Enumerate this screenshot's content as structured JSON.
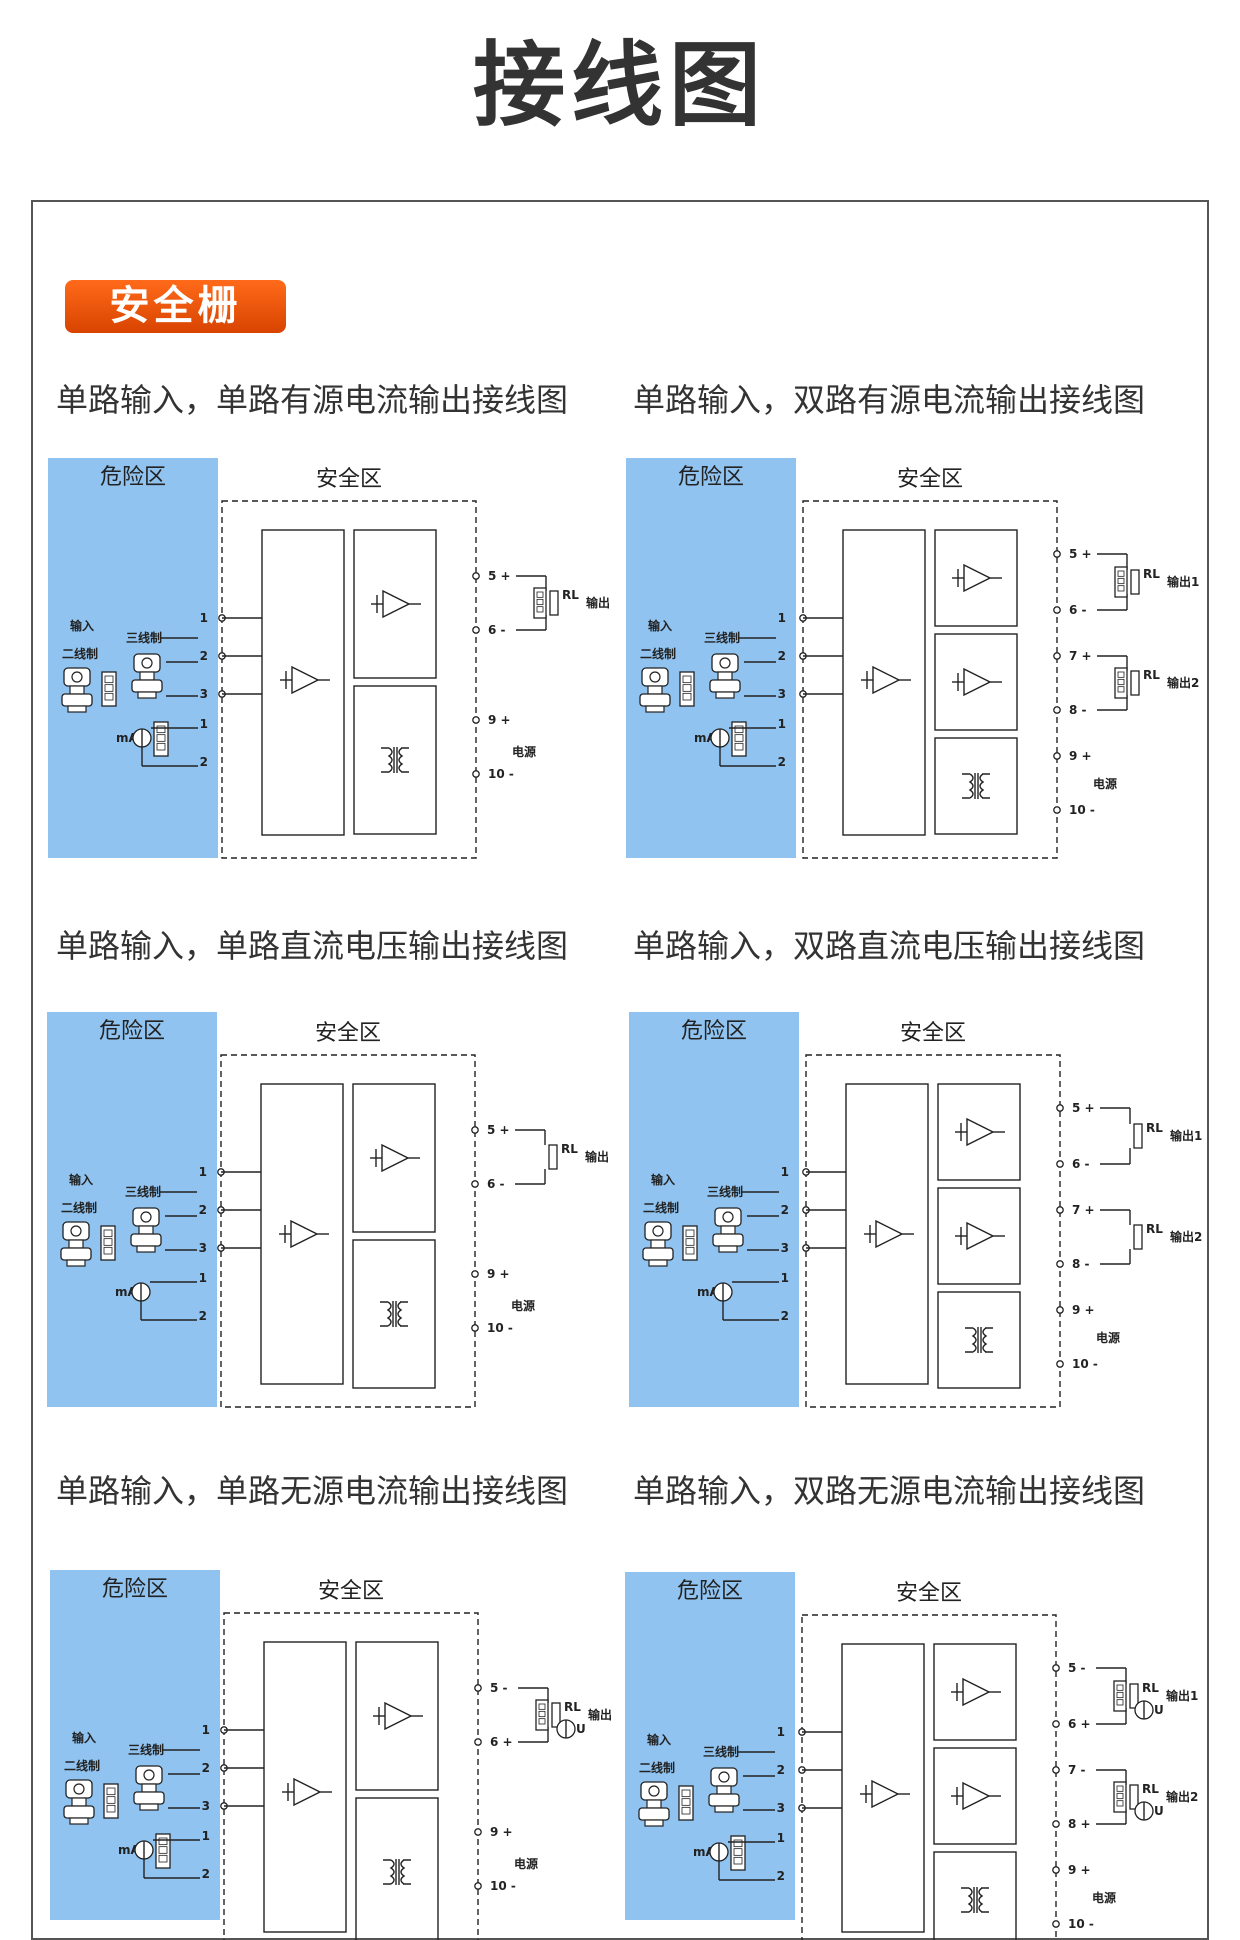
{
  "page": {
    "title": "接线图",
    "section_badge": "安全栅"
  },
  "subtitles": [
    "单路输入，单路有源电流输出接线图",
    "单路输入，双路有源电流输出接线图",
    "单路输入，单路直流电压输出接线图",
    "单路输入，双路直流电压输出接线图",
    "单路输入，单路无源电流输出接线图",
    "单路输入，双路无源电流输出接线图"
  ],
  "diagram_labels": {
    "hazard_zone": "危险区",
    "safe_zone": "安全区",
    "input": "输入",
    "two_wire": "二线制",
    "three_wire": "三线制",
    "ma": "mA",
    "output": "输出",
    "output1": "输出1",
    "output2": "输出2",
    "power": "电源",
    "rl": "RL",
    "u": "U"
  },
  "terminals": {
    "input_side": [
      "1",
      "2",
      "3",
      "1",
      "2"
    ],
    "single_out": [
      "5 +",
      "6 -",
      "9 +",
      "10 -"
    ],
    "dual_out": [
      "5 +",
      "6 -",
      "7 +",
      "8 -",
      "9 +",
      "10 -"
    ],
    "single_passive": [
      "5 -",
      "6 +",
      "9 +",
      "10 -"
    ],
    "dual_passive": [
      "5 -",
      "6 +",
      "7 -",
      "8 +",
      "9 +",
      "10 -"
    ]
  },
  "colors": {
    "hazard_zone": "#90c3f0",
    "badge": "#f05a14",
    "line": "#222222"
  },
  "icons": [
    "transmitter-icon",
    "amplifier-icon",
    "transformer-icon",
    "resistor-icon",
    "current-source-icon"
  ]
}
